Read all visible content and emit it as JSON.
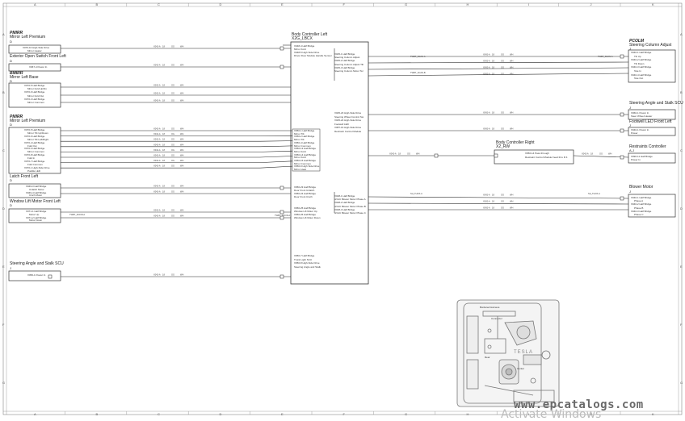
{
  "grid": {
    "columns": [
      "A",
      "B",
      "C",
      "D",
      "E",
      "F",
      "G",
      "H",
      "I",
      "J",
      "K"
    ],
    "rows": [
      "A",
      "B",
      "C",
      "D",
      "E",
      "F",
      "G"
    ]
  },
  "left_components": {
    "mirror_left_premium_1": {
      "brand": "PMIRR",
      "name": "Mirror Left Premium",
      "ref": "D",
      "pins": [
        "X070-10 High-Side Drive",
        "Mirror Heater"
      ]
    },
    "exterior_open_switch": {
      "name": "Exterior Open Switch Front Left",
      "ref": "D",
      "pins": [
        "X067-4 Power In"
      ]
    },
    "mirror_left_base": {
      "brand": "BMIRR",
      "name": "Mirror Left Base",
      "ref": "D",
      "pins": [
        "X070-5 Half Bridge",
        "Mirror Fold Up/Dn",
        "X070-6 Half Bridge",
        "Mirror Fold Out",
        "X070-3 Half Bridge",
        "Mirror Common"
      ]
    },
    "mirror_left_premium_2": {
      "brand": "PMIRR",
      "name": "Mirror Left Premium",
      "ref": "D",
      "pins": [
        "X070-5 Half Bridge",
        "Mirror Tilt Up/Down",
        "X070-6 Half Bridge",
        "Mirror Tilt Left/Right",
        "X070-4 Half Bridge",
        "Fold Out",
        "X070-3 Half Bridge",
        "Mirror Common",
        "X070-8 Half Bridge",
        "Fold In",
        "X070-7 Half Bridge",
        "Fold Common",
        "X070-1 High-Side Drive",
        "Puddle LED"
      ]
    },
    "latch_front_left": {
      "name": "Latch Front Left",
      "ref": "D",
      "pins": [
        "X049-3 Half Bridge",
        "Unlatch Motor",
        "X049-4 Half Bridge",
        "Cinch Motor"
      ]
    },
    "window_lift_motor": {
      "name": "Window Lift Motor Front Left",
      "ref": "D",
      "pins": [
        "X071-1 Half Bridge",
        "Motor Up",
        "X071-2 Half Bridge",
        "Motor Down"
      ]
    },
    "steering_angle_scu": {
      "name": "Steering Angle and Stalk SCU",
      "ref": "J",
      "pins": [
        "X050-1 Power In"
      ]
    }
  },
  "bcl": {
    "title": "Body Controller Left",
    "ref": "X2G_LBCX",
    "pins_top": [
      "X048-4 Half Bridge",
      "Mirror Fold",
      "X048-5 High Side Drive",
      "Driver Door Module Handle Sensor"
    ],
    "pins_mid": [
      "X050-1 Half Bridge",
      "Mirror Tilt",
      "X050-2 Half Bridge",
      "Mirror Tilt",
      "X050-4 Half Bridge",
      "Mirror Common",
      "X050-13 Half Bridge",
      "Mirror Fold",
      "X050-14 Half Bridge",
      "Mirror Fold",
      "X050-15 Half Bridge",
      "Mirror Common",
      "X050-9 High Side Drive",
      "Mirror Heat"
    ],
    "pins_low": [
      "X050-23 Half Bridge",
      "Door Front Unlatch",
      "X050-24 Half Bridge",
      "Door Front Cinch"
    ],
    "pins_win": [
      "X050-25 Half Bridge",
      "Window Lift Motor Up",
      "X050-26 Half Bridge",
      "Window Lift Motor Down"
    ],
    "pins_bottom": [
      "X050-7 Half Bridge",
      "Trunk Light SCU",
      "X050-8 High-Side Drive",
      "Steering Angle and Stalk"
    ],
    "pins_right": [
      "X045-1 Half Bridge",
      "Steering Column Adjust",
      "X045-2 Half Bridge",
      "Steering Column Adjust Tilt",
      "X045-3 Half Bridge",
      "Steering Column Motor Tel"
    ],
    "pins_right2": [
      "X045-23 High-Side Drive",
      "Steering Wheel Control Sw",
      "X045-24 High-Side Drive",
      "Footwell LED",
      "X087-16 High-Side Drive",
      "Restraint Control Module"
    ],
    "pins_right3": [
      "X048-1 Half Bridge",
      "HVAC Blower Motor Phase A",
      "X048-2 Half Bridge",
      "HVAC Blower Motor Phase B",
      "X048-3 Half Bridge",
      "HVAC Blower Motor Phase C"
    ]
  },
  "right_components": {
    "pcolm": {
      "brand": "PCOLM",
      "name": "Steering Column Adjust",
      "ref": "J",
      "pins": [
        "X040-1 Half Bridge",
        "Tilt Up",
        "X040-2 Half Bridge",
        "Tilt Down",
        "X040-3 Half Bridge",
        "Tele In",
        "X040-4 Half Bridge",
        "Tele Out"
      ]
    },
    "steering_scu": {
      "name": "Steering Angle and Stalk SCU",
      "ref": "J",
      "pins": [
        "X060-1 Power In",
        "Steer Wheel Heater"
      ]
    },
    "footwell": {
      "name": "Footwell LED Front Left",
      "ref": "J",
      "pins": [
        "X040-1 Power In",
        "Power"
      ]
    },
    "restraints": {
      "name": "Restraints Controller",
      "ref": "A-J",
      "pins": [
        "X090-11 Half Bridge",
        "Power In"
      ]
    },
    "blower": {
      "name": "Blower Motor",
      "ref": "J",
      "pins": [
        "X040-1 Half Bridge",
        "Phase A",
        "X040-2 Half Bridge",
        "Phase B",
        "X040-3 Half Bridge",
        "Phase C"
      ]
    }
  },
  "bcr": {
    "title": "Body Controller Right",
    "ref": "X2_RW",
    "pins": [
      "X050-14 Pass through",
      "Restraint Control Module Feed thru R 4"
    ]
  },
  "harness_labels": {
    "hw1": "TWBT_SCAN-A",
    "hw2": "TWBT_SCAN-A",
    "hw3": "TWBT_SCAN-B",
    "hw4": "TWBT_DOOR-A",
    "hw5": "SH_THOX-A",
    "hw6": "SH_THOX-A",
    "hw7": "TWBT_DOOR-A"
  },
  "wire_codes": [
    "X042-A",
    "18",
    "OG",
    "WH",
    "X070-A",
    "20",
    "GN",
    "YE",
    "X070-B",
    "20",
    "BU",
    "WH"
  ],
  "inset": {
    "brand": "TESLA",
    "labels": [
      "Bordered Harness",
      "Connector",
      "Rear",
      "Center"
    ]
  },
  "watermark": "www.epcatalogs.com",
  "os_watermark": "Activate Windows"
}
